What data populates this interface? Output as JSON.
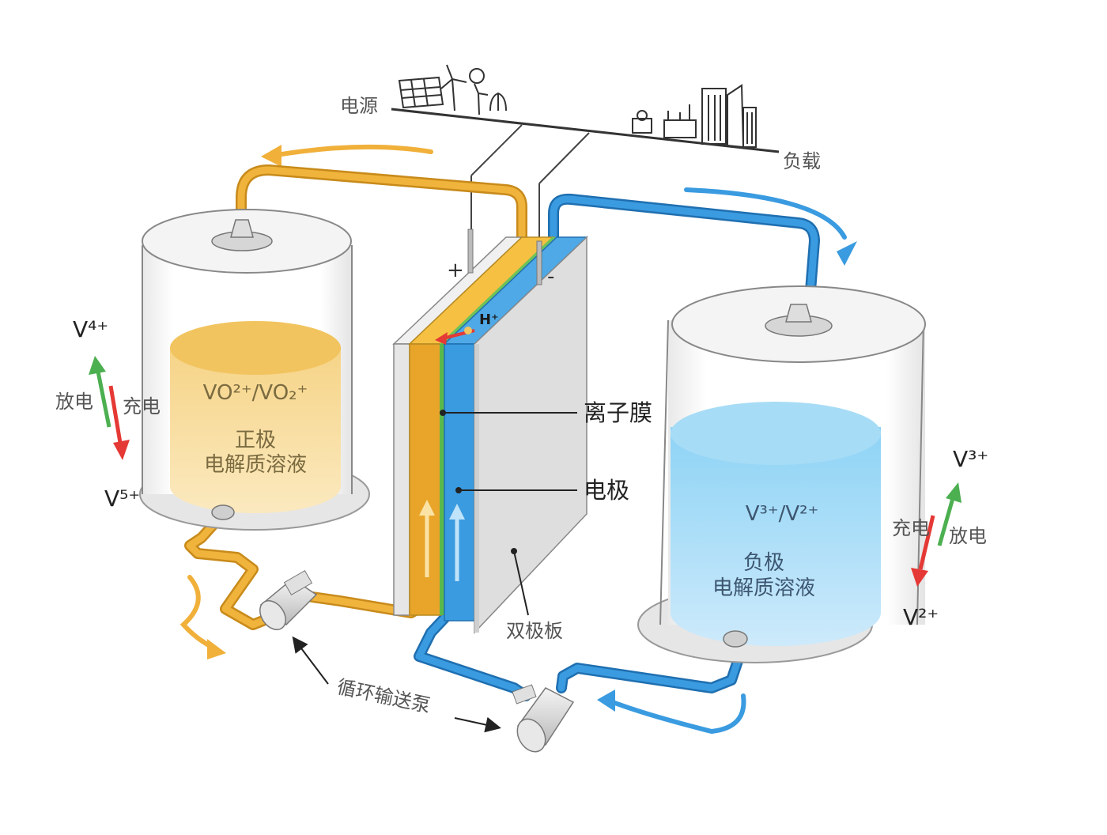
{
  "colors": {
    "positive_electrolyte": "#f3c865",
    "negative_electrolyte": "#7cc8ef",
    "positive_pipe": "#e8a52a",
    "negative_pipe": "#2f8fd6",
    "membrane": "#5ab94a",
    "arrow_discharge": "#4caf50",
    "arrow_charge": "#e53935"
  },
  "labels": {
    "power_source": "电源",
    "load": "负载",
    "ion_membrane": "离子膜",
    "electrode": "电极",
    "bipolar_plate": "双极板",
    "circulation_pump": "循环输送泵",
    "plus_sign": "+",
    "minus_sign": "-",
    "proton": "H⁺"
  },
  "left_tank": {
    "couple": "VO²⁺/VO₂⁺",
    "name_line1": "正极",
    "name_line2": "电解质溶液",
    "top_ion": "V⁴⁺",
    "bottom_ion": "V⁵⁺",
    "discharge": "放电",
    "charge": "充电"
  },
  "right_tank": {
    "couple": "V³⁺/V²⁺",
    "name_line1": "负极",
    "name_line2": "电解质溶液",
    "top_ion": "V³⁺",
    "bottom_ion": "V²⁺",
    "charge": "充电",
    "discharge": "放电"
  },
  "icons": [
    "solar-panel-icon",
    "wind-turbine-icon",
    "factory-icon",
    "city-buildings-icon"
  ]
}
